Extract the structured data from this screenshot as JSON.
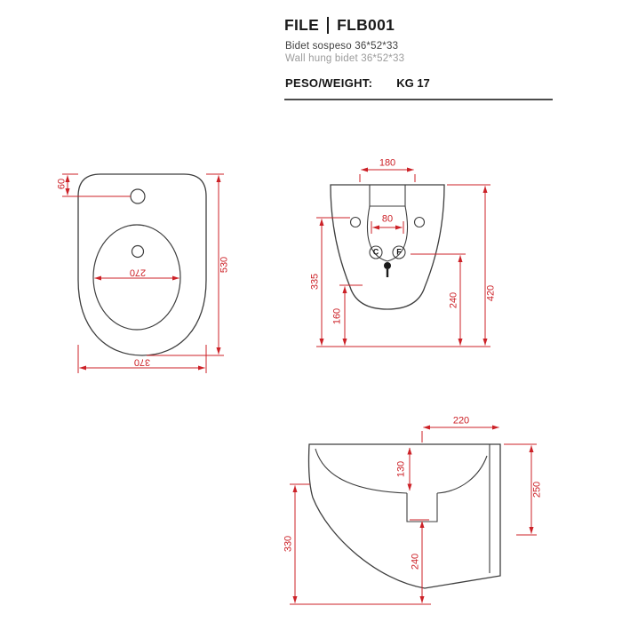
{
  "header": {
    "series": "FILE",
    "code": "FLB001",
    "description_it": "Bidet sospeso 36*52*33",
    "description_en": "Wall hung bidet 36*52*33",
    "weight_label": "PESO/WEIGHT:",
    "weight_value": "KG 17"
  },
  "top_view": {
    "dim_tap_offset": "60",
    "dim_length": "530",
    "dim_basin_width": "270",
    "dim_overall_width": "370"
  },
  "front_view": {
    "dim_fixing_span": "180",
    "dim_inlet_span": "80",
    "dim_height_335": "335",
    "dim_height_160": "160",
    "dim_height_240": "240",
    "dim_height_420": "420",
    "label_cold_water": "C",
    "label_hot_water": "F"
  },
  "side_view": {
    "dim_depth_220": "220",
    "dim_basin_depth_130": "130",
    "dim_height_250": "250",
    "dim_height_330": "330",
    "dim_height_240": "240"
  },
  "colors": {
    "dimension_red": "#cc2127",
    "outline_dark": "#3e3e3e",
    "description_gray": "#9b9b9b"
  }
}
